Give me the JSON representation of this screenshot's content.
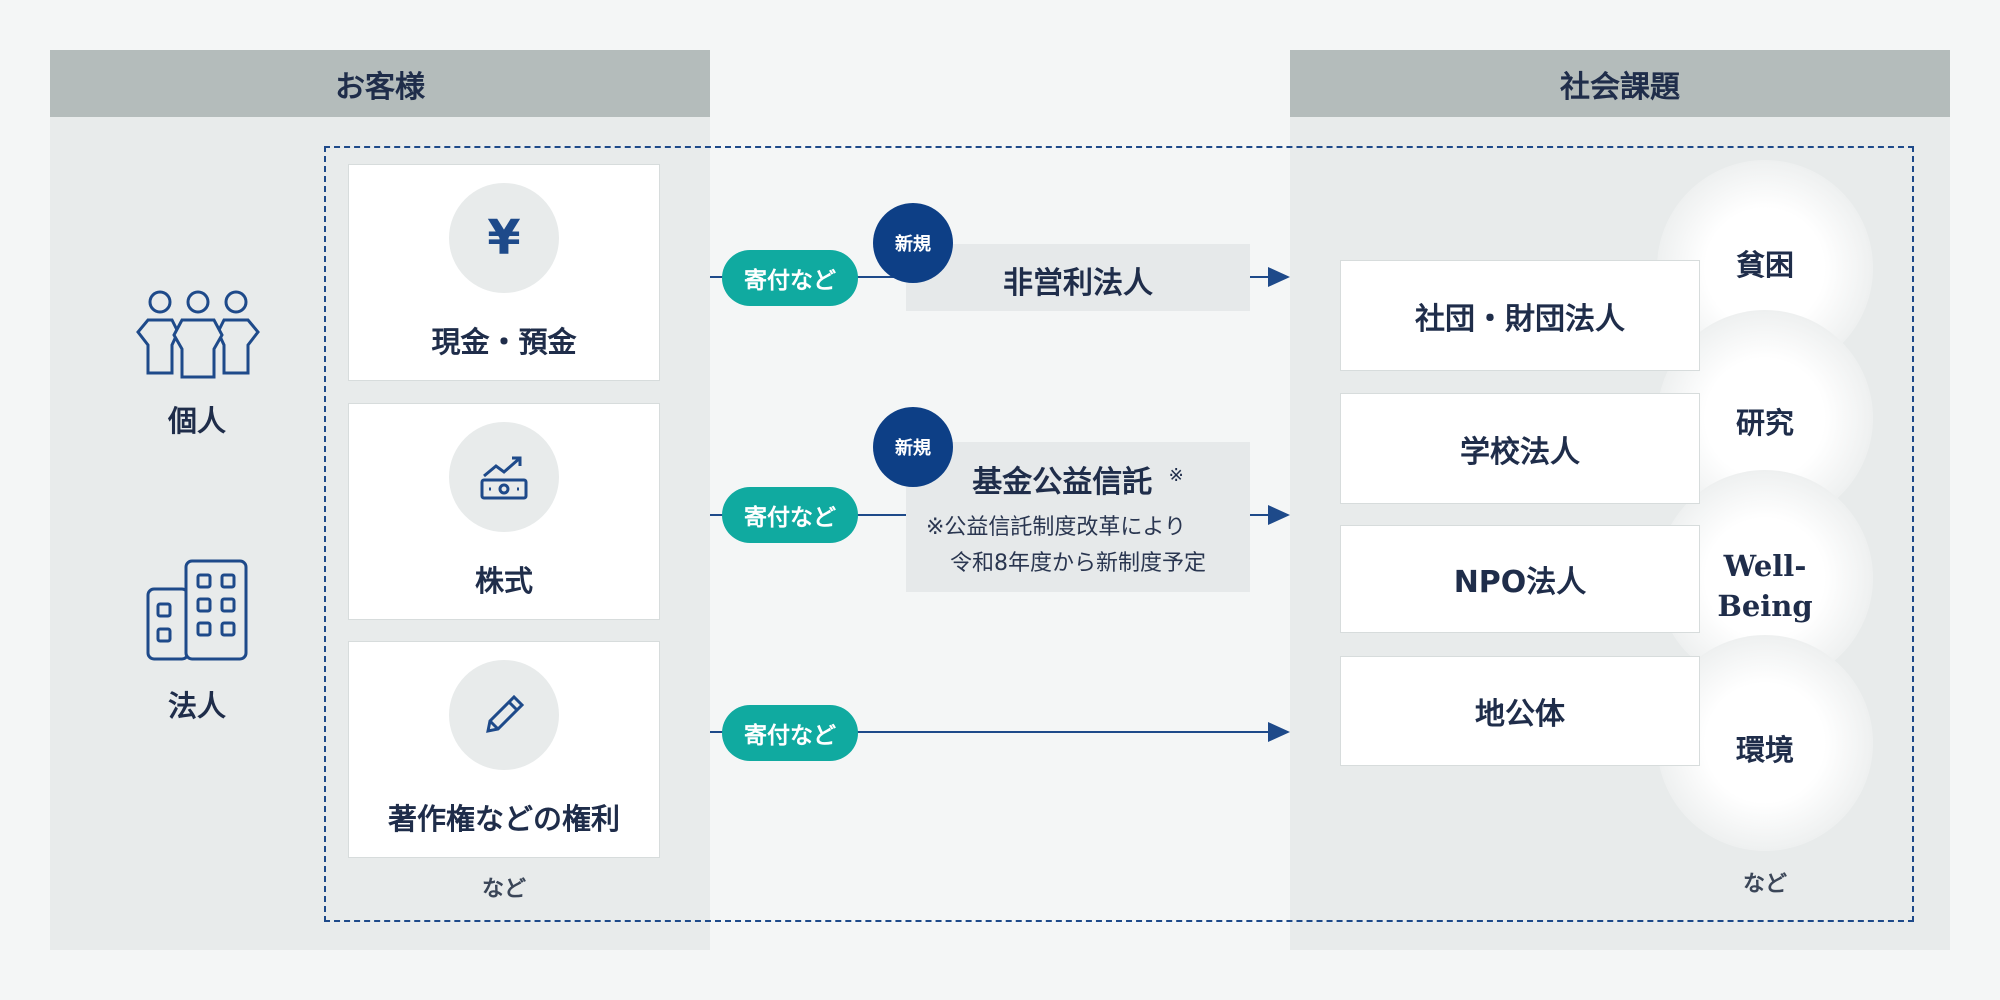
{
  "customers": {
    "header": "お客様",
    "individual_label": "個人",
    "corporate_label": "法人"
  },
  "assets": {
    "cash": {
      "label": "現金・預金",
      "symbol": "¥"
    },
    "stock": {
      "label": "株式"
    },
    "copyright": {
      "label": "著作権などの権利"
    },
    "etc": "など"
  },
  "flows": {
    "pill_label": "寄付など",
    "new_badge": "新規",
    "nonprofit": "非営利法人",
    "trust_title": "基金公益信託",
    "trust_mark": "※",
    "trust_note_line1": "※公益信託制度改革により",
    "trust_note_line2": "令和8年度から新制度予定"
  },
  "social": {
    "header": "社会課題",
    "recipients": [
      "社団・財団法人",
      "学校法人",
      "NPO法人",
      "地公体"
    ],
    "issues": [
      "貧困",
      "研究",
      "Well-\nBeing",
      "環境"
    ],
    "etc": "など"
  },
  "colors": {
    "navy": "#1f2d4a",
    "accent_teal": "#10aaa0",
    "badge_blue": "#0d3f86",
    "icon_blue": "#1e4a8a"
  }
}
